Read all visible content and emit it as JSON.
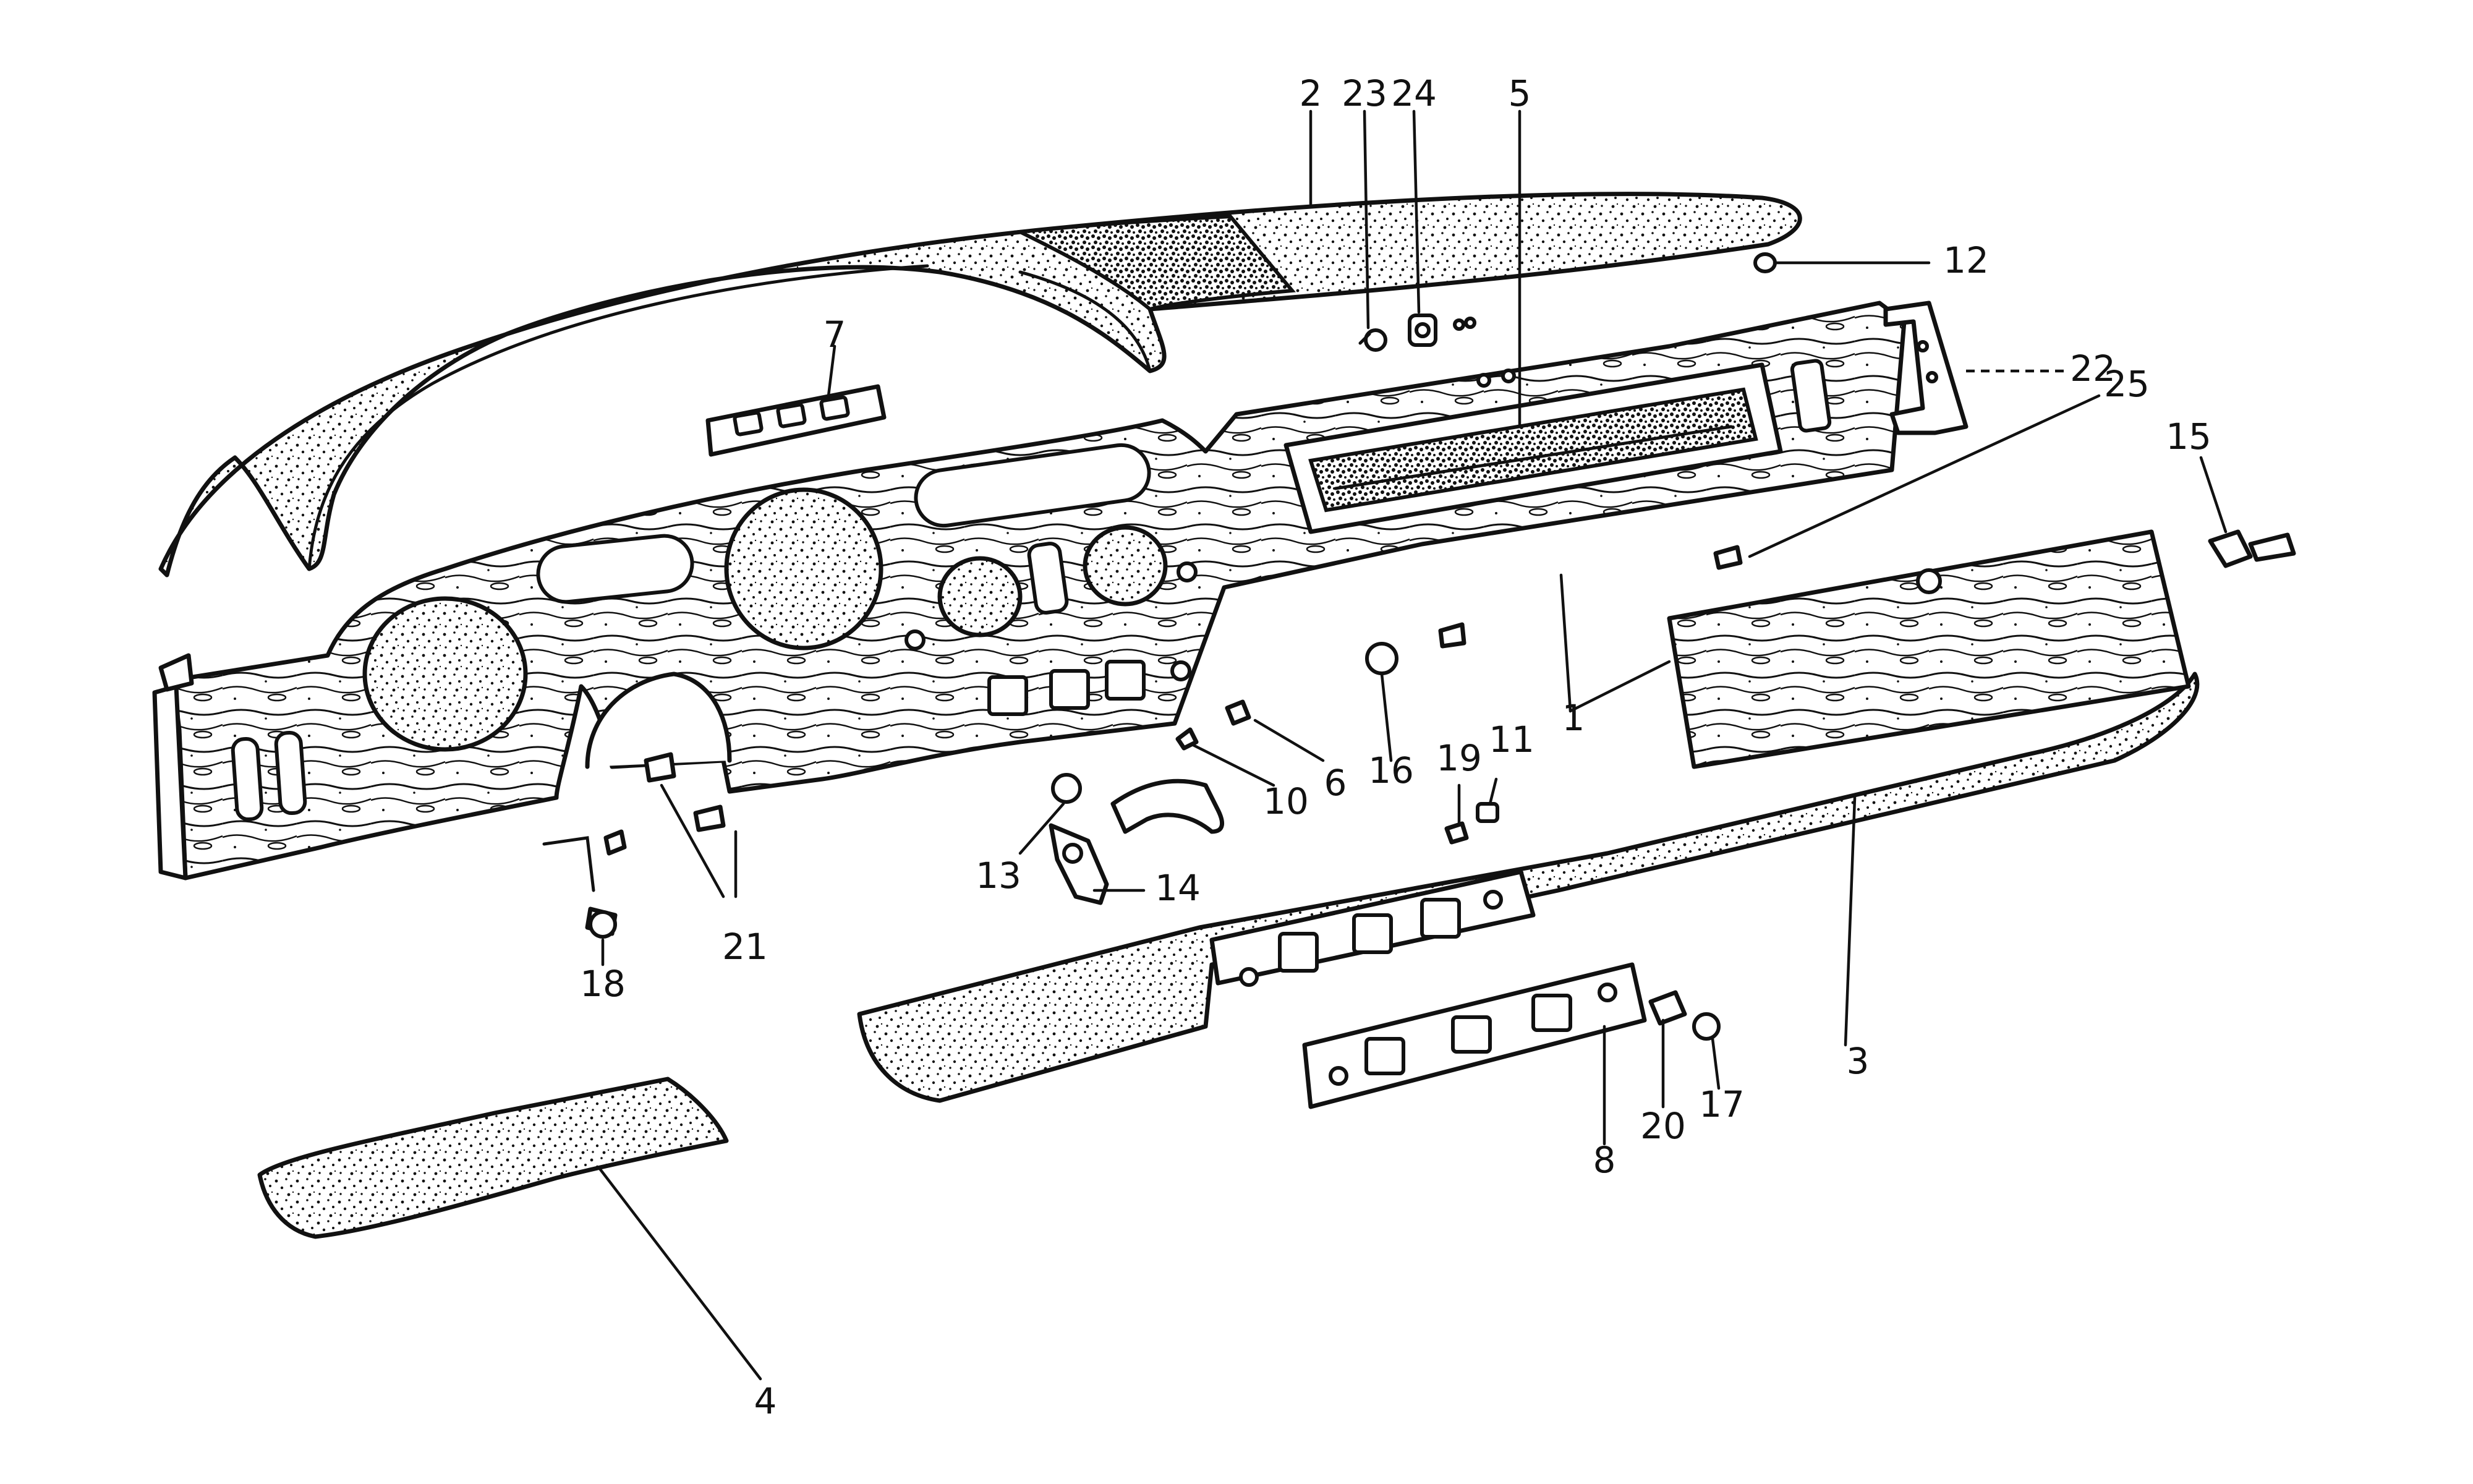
{
  "callouts": [
    {
      "id": "c1",
      "text": "1"
    },
    {
      "id": "c2",
      "text": "2"
    },
    {
      "id": "c3",
      "text": "3"
    },
    {
      "id": "c4",
      "text": "4"
    },
    {
      "id": "c5",
      "text": "5"
    },
    {
      "id": "c6",
      "text": "6"
    },
    {
      "id": "c7",
      "text": "7"
    },
    {
      "id": "c8",
      "text": "8"
    },
    {
      "id": "c10",
      "text": "10"
    },
    {
      "id": "c11",
      "text": "11"
    },
    {
      "id": "c12",
      "text": "12"
    },
    {
      "id": "c13",
      "text": "13"
    },
    {
      "id": "c14",
      "text": "14"
    },
    {
      "id": "c15",
      "text": "15"
    },
    {
      "id": "c16",
      "text": "16"
    },
    {
      "id": "c17",
      "text": "17"
    },
    {
      "id": "c18",
      "text": "18"
    },
    {
      "id": "c19",
      "text": "19"
    },
    {
      "id": "c20",
      "text": "20"
    },
    {
      "id": "c21",
      "text": "21"
    },
    {
      "id": "c22",
      "text": "22"
    },
    {
      "id": "c23",
      "text": "23"
    },
    {
      "id": "c24",
      "text": "24"
    },
    {
      "id": "c25",
      "text": "25"
    }
  ],
  "colors": {
    "ink": "#111111",
    "paper": "#ffffff"
  }
}
